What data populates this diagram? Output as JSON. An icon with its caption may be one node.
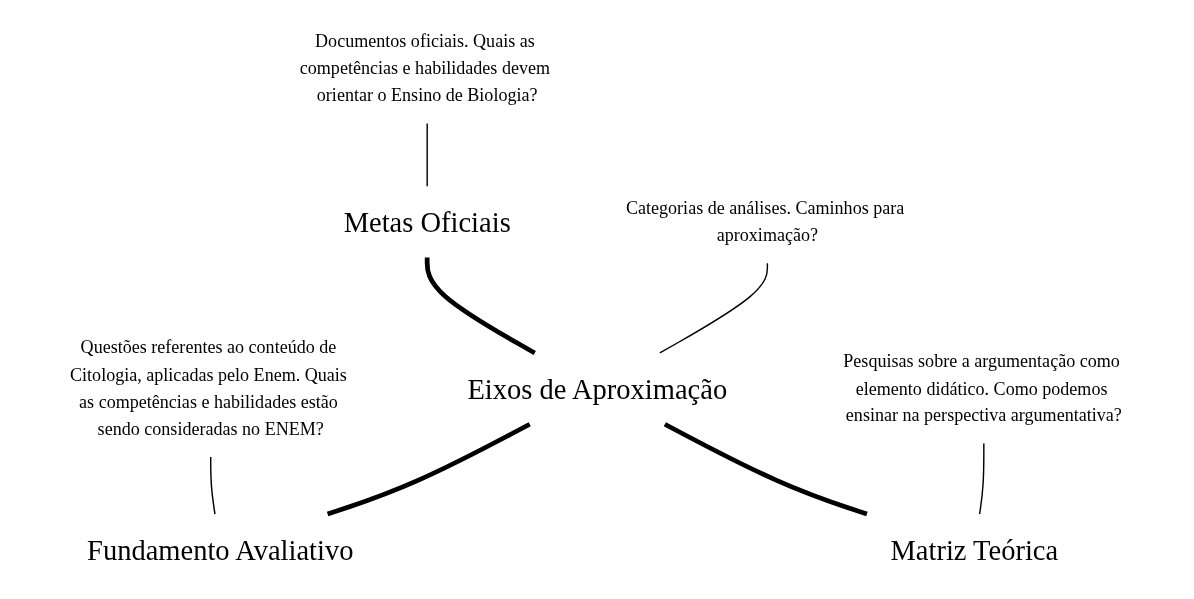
{
  "diagram": {
    "nodes": [
      {
        "text": [
          "Metas Oficiais"
        ]
      },
      {
        "text": [
          "Documentos oficiais. Quais as competências e habilidades devem orientar o Ensino de Biologia?"
        ]
      },
      {
        "text": [
          "Categorias de análises. Caminhos para aproximação?"
        ]
      },
      {
        "text": [
          "Eixos de Aproximação"
        ]
      },
      {
        "text": [
          "Questões referentes ao conteúdo de Citologia, aplicadas pelo Enem. Quais as competências e habilidades estão sendo consideradas no ENEM?"
        ]
      },
      {
        "text": [
          "Pesquisas sobre a argumentação como elemento didático. Como podemos ensinar na perspectiva argumentativa?"
        ]
      },
      {
        "text": [
          "Fundamento Avaliativo"
        ]
      },
      {
        "text": [
          "Matriz Teórica"
        ]
      }
    ],
    "edges": [
      {
        "from": 1,
        "to": 0,
        "arrow": "none"
      },
      {
        "from": 0,
        "to": 3,
        "arrow": "none",
        "style": "thick"
      },
      {
        "from": 2,
        "to": 3,
        "arrow": "none"
      },
      {
        "from": 4,
        "to": 6,
        "arrow": "none"
      },
      {
        "from": 3,
        "to": 6,
        "arrow": "none",
        "style": "thick"
      },
      {
        "from": 3,
        "to": 7,
        "arrow": "none",
        "style": "thick"
      },
      {
        "from": 5,
        "to": 7,
        "arrow": "none"
      }
    ]
  }
}
